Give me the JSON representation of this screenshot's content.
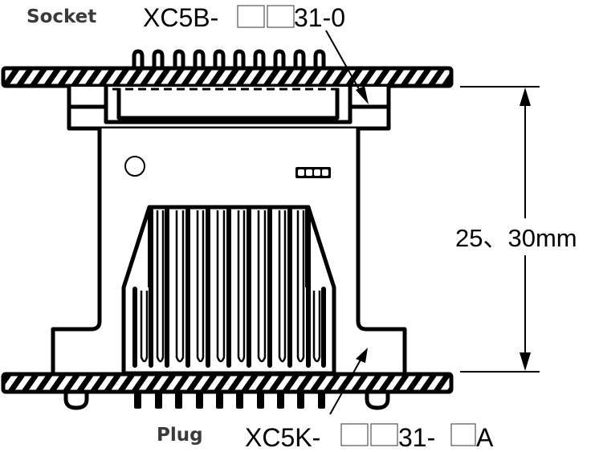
{
  "labels": {
    "socket": "Socket",
    "plug": "Plug",
    "socket_part_prefix": "XC5B-",
    "socket_part_suffix": "31-0",
    "plug_part_prefix": "XC5K-",
    "plug_part_mid": "31-",
    "plug_part_suffix": "A",
    "dimension": "25、30mm"
  },
  "colors": {
    "ink": "#000000",
    "label_gray": "#3a3a3a",
    "background": "#ffffff"
  },
  "diagram": {
    "top_pins": 10,
    "bottom_pins": 10,
    "comb_slots": 12,
    "indicator_cells": 4
  }
}
